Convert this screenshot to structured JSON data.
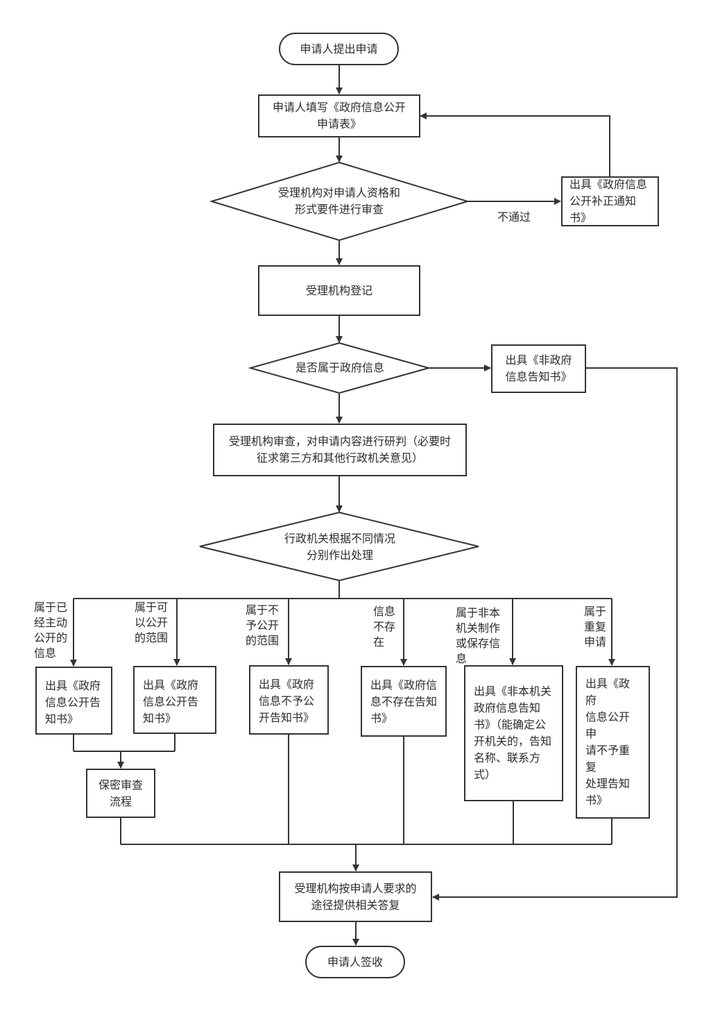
{
  "nodes": {
    "start": "申请人提出申请",
    "fill_form": "申请人填写《政府信息公开\n申请表》",
    "review_qual": "受理机构对申请人资格和\n形式要件进行审查",
    "correction_notice": "出具《政府信息\n公开补正通知\n书》",
    "register": "受理机构登记",
    "is_gov_info": "是否属于政府信息",
    "non_gov_notice": "出具《非政府\n信息告知书》",
    "content_review": "受理机构审查，对申请内容进行研判（必要时\n征求第三方和其他行政机关意见）",
    "handle_cases": "行政机关根据不同情况\n分别作出处理",
    "notice_public": "出具《政府\n信息公开告\n知书》",
    "notice_can_public": "出具《政府\n信息公开告\n知书》",
    "notice_not_public": "出具《政府\n信息不予公\n开告知书》",
    "notice_not_exist": "出具《政府信\n息不存在告知\n书》",
    "notice_other_agency": "出具《非本机关\n政府信息告知\n书》（能确定公\n开机关的，告知\n名称、联系方\n式）",
    "notice_repeat": "出具《政府\n信息公开申\n请不予重复\n处理告知\n书》",
    "secrecy_review": "保密审查\n流程",
    "reply": "受理机构按申请人要求的\n途径提供相关答复",
    "end": "申请人签收"
  },
  "labels": {
    "not_passed": "不通过",
    "already_public": "属于已\n经主动\n公开的\n信息",
    "can_public": "属于可\n以公开\n的范围",
    "not_to_public": "属于不\n予公开\n的范围",
    "not_exist": "信息\n不存\n在",
    "not_this_agency": "属于非本\n机关制作\n或保存信\n息",
    "repeat": "属于\n重复\n申请"
  },
  "colors": {
    "stroke": "#333333",
    "text": "#2b2b2b",
    "background": "#ffffff"
  }
}
